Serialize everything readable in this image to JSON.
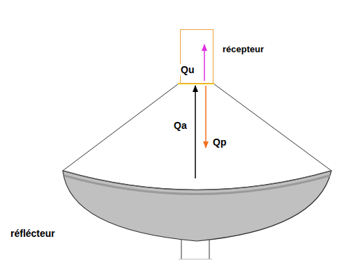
{
  "diagram": {
    "nodes": [
      {
        "text": [
          "récepteur"
        ]
      }
    ],
    "labels": [
      "Qu",
      "Qa",
      "Qp",
      "réflécteur"
    ]
  }
}
